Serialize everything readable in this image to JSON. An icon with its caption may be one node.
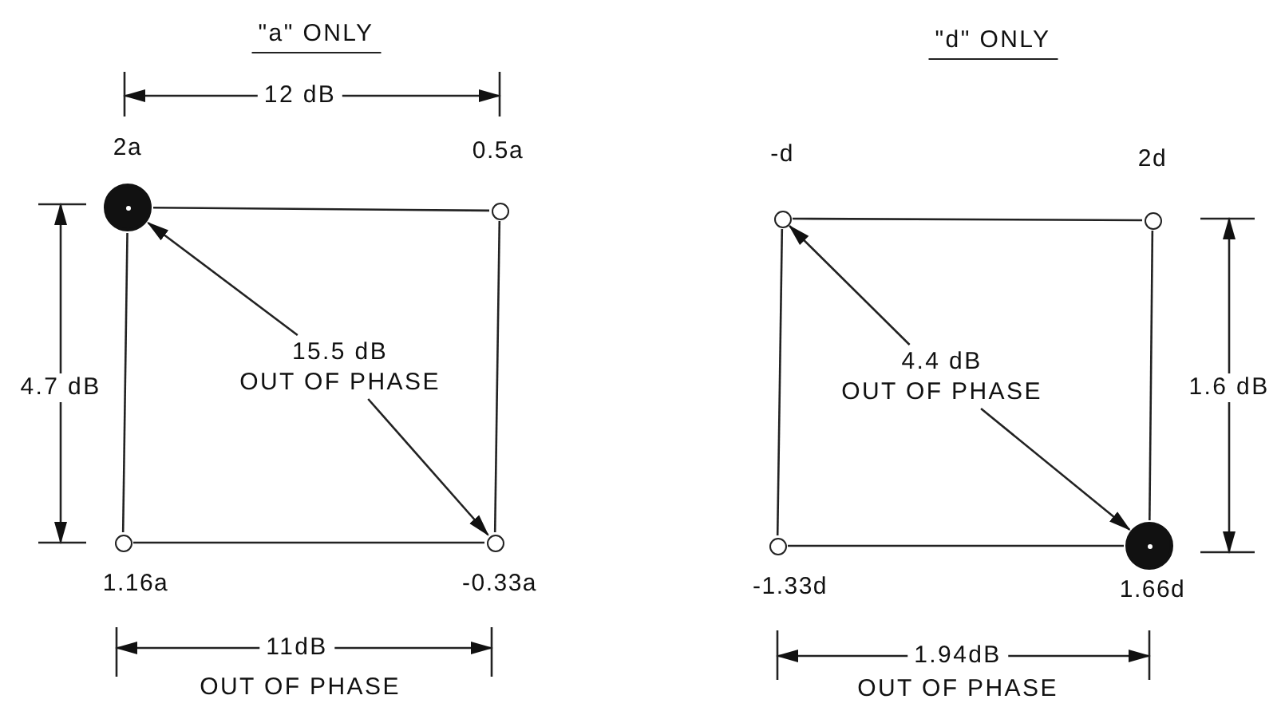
{
  "diagram": {
    "nodes": [
      {
        "text": [],
        "shape": "dot",
        "beside": [
          "2a"
        ]
      },
      {
        "text": [],
        "shape": "circle",
        "beside": [
          "0.5a"
        ]
      },
      {
        "text": [],
        "shape": "circle",
        "beside": [
          "1.16a"
        ]
      },
      {
        "text": [],
        "shape": "circle",
        "beside": [
          "-0.33a"
        ]
      },
      {
        "text": [
          "15.5 dB",
          "OUT OF PHASE"
        ]
      },
      {
        "text": [],
        "shape": "circle",
        "beside": [
          "-d"
        ]
      },
      {
        "text": [],
        "shape": "circle",
        "beside": [
          "2d"
        ]
      },
      {
        "text": [],
        "shape": "circle",
        "beside": [
          "-1.33d"
        ]
      },
      {
        "text": [],
        "shape": "dot",
        "beside": [
          "1.66d"
        ]
      },
      {
        "text": [
          "4.4 dB",
          "OUT OF PHASE"
        ]
      }
    ],
    "edges": [
      {
        "from": 0,
        "to": 1,
        "arrow": "none"
      },
      {
        "from": 1,
        "to": 3,
        "arrow": "none"
      },
      {
        "from": 3,
        "to": 2,
        "arrow": "none"
      },
      {
        "from": 2,
        "to": 0,
        "arrow": "none"
      },
      {
        "from": 4,
        "to": 0,
        "arrow": "to"
      },
      {
        "from": 4,
        "to": 3,
        "arrow": "to"
      },
      {
        "from": 5,
        "to": 6,
        "arrow": "none"
      },
      {
        "from": 6,
        "to": 8,
        "arrow": "none"
      },
      {
        "from": 8,
        "to": 7,
        "arrow": "none"
      },
      {
        "from": 7,
        "to": 5,
        "arrow": "none"
      },
      {
        "from": 9,
        "to": 5,
        "arrow": "to"
      },
      {
        "from": 9,
        "to": 8,
        "arrow": "to"
      }
    ],
    "labels": [
      "\"a\" ONLY",
      "12 dB",
      "4.7 dB",
      "11dB",
      "OUT OF PHASE",
      "\"d\" ONLY",
      "1.6 dB",
      "1.94dB",
      "OUT OF PHASE"
    ]
  }
}
